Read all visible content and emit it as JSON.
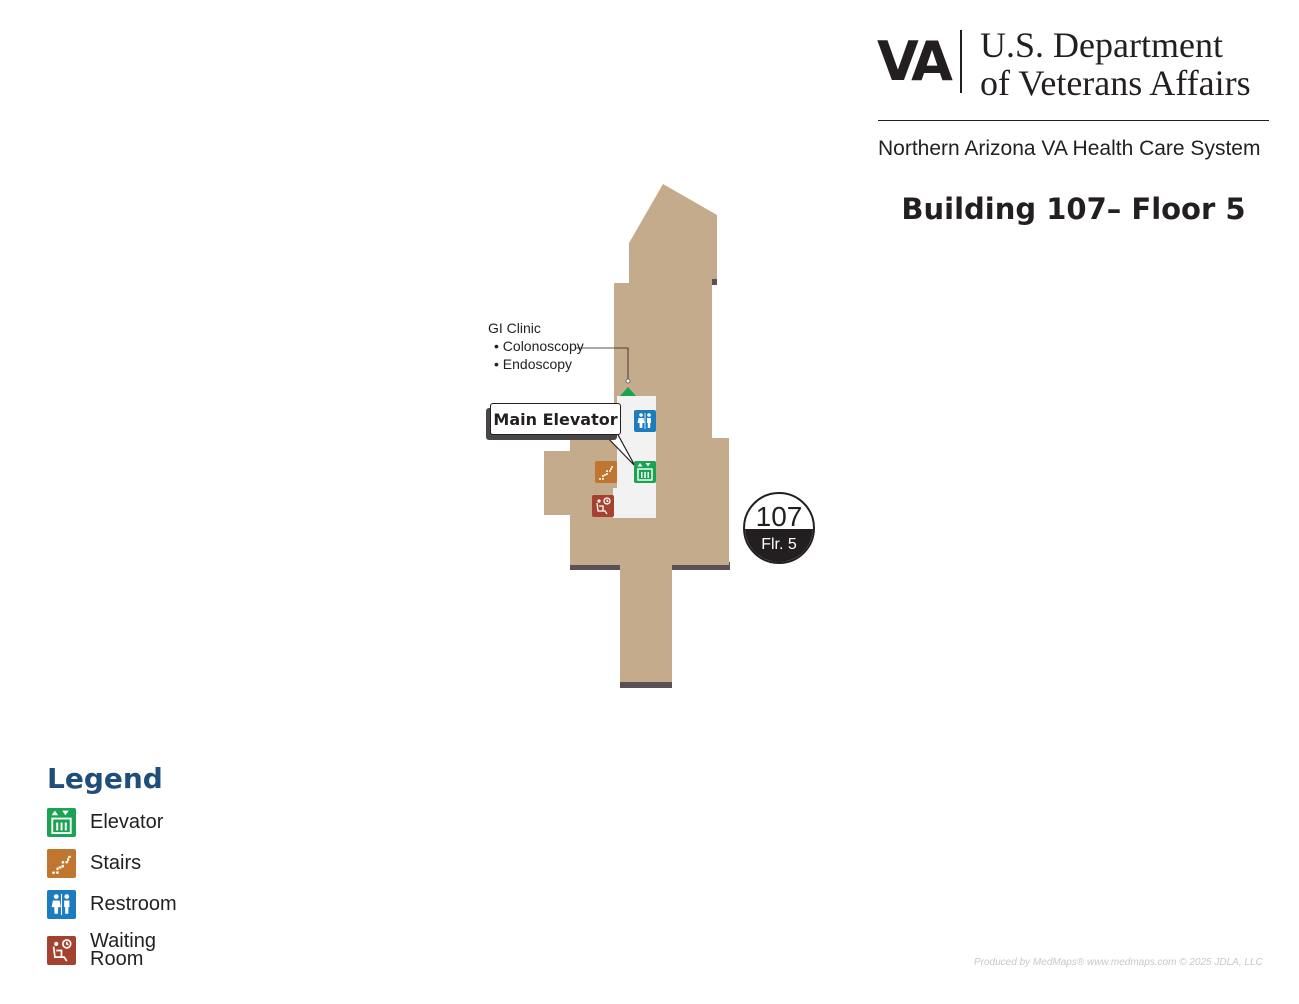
{
  "header": {
    "logo_mark": "VA",
    "logo_line1": "U.S. Department",
    "logo_line2": "of Veterans Affairs",
    "system_name": "Northern Arizona VA Health Care System",
    "floor_title": "Building 107– Floor 5"
  },
  "map": {
    "clinic": {
      "name": "GI Clinic",
      "services": [
        "• Colonoscopy",
        "• Endoscopy"
      ]
    },
    "callout": "Main Elevator",
    "building_badge": {
      "number": "107",
      "floor": "Flr. 5"
    },
    "colors": {
      "building_fill": "#c4ab8c",
      "building_shadow": "#5a5157",
      "corridor": "#f2f2f2",
      "entrance_marker": "#1aa352"
    },
    "icons": [
      "restroom-icon",
      "elevator-icon",
      "stairs-icon",
      "waiting-room-icon"
    ]
  },
  "legend": {
    "title": "Legend",
    "items": [
      {
        "label": "Elevator",
        "icon": "elevator-icon",
        "color": "#1aa352"
      },
      {
        "label": "Stairs",
        "icon": "stairs-icon",
        "color": "#c0762f"
      },
      {
        "label": "Restroom",
        "icon": "restroom-icon",
        "color": "#1b7cc0"
      },
      {
        "label_line1": "Waiting",
        "label_line2": "Room",
        "icon": "waiting-room-icon",
        "color": "#a4412f"
      }
    ]
  },
  "credit": "Produced by MedMaps®  www.medmaps.com  © 2025 JDLA, LLC"
}
